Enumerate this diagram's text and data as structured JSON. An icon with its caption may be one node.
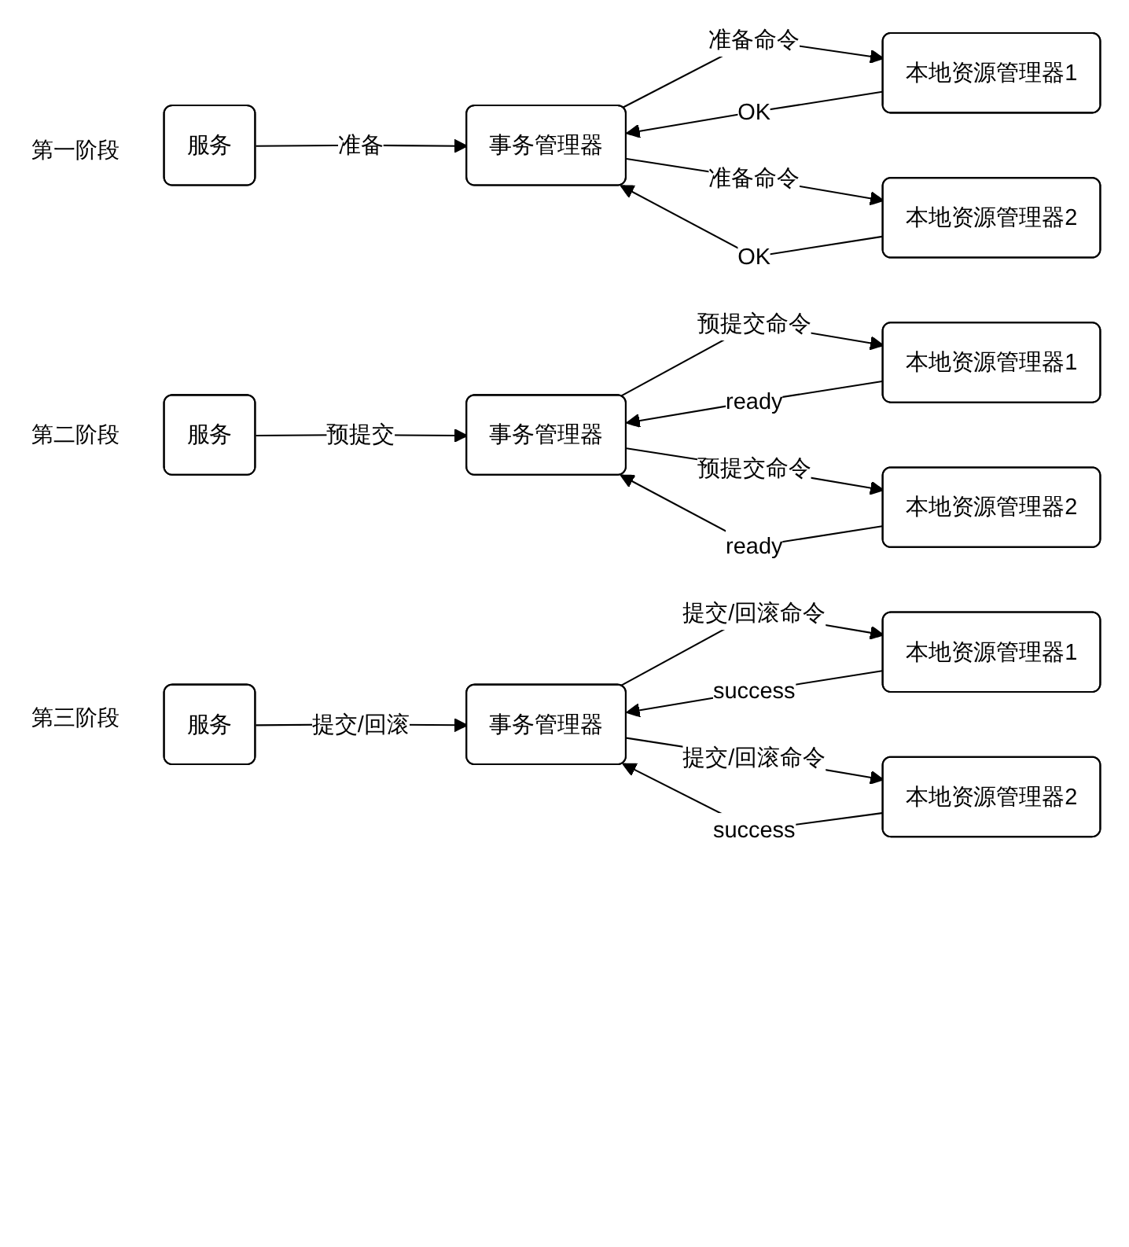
{
  "diagram": {
    "nodes": [
      {
        "text": [
          "服务"
        ]
      },
      {
        "text": [
          "事务管理器"
        ]
      },
      {
        "text": [
          "本地资源管理器1"
        ]
      },
      {
        "text": [
          "本地资源管理器2"
        ]
      },
      {
        "text": [
          "服务"
        ]
      },
      {
        "text": [
          "事务管理器"
        ]
      },
      {
        "text": [
          "本地资源管理器1"
        ]
      },
      {
        "text": [
          "本地资源管理器2"
        ]
      },
      {
        "text": [
          "服务"
        ]
      },
      {
        "text": [
          "事务管理器"
        ]
      },
      {
        "text": [
          "本地资源管理器1"
        ]
      },
      {
        "text": [
          "本地资源管理器2"
        ]
      }
    ],
    "edges": [
      {
        "from": 0,
        "to": 1,
        "arrow": "to",
        "label": "准备"
      },
      {
        "from": 1,
        "to": 2,
        "arrow": "to",
        "label": "准备命令"
      },
      {
        "from": 2,
        "to": 1,
        "arrow": "to",
        "label": "OK"
      },
      {
        "from": 1,
        "to": 3,
        "arrow": "to",
        "label": "准备命令"
      },
      {
        "from": 3,
        "to": 1,
        "arrow": "to",
        "label": "OK"
      },
      {
        "from": 4,
        "to": 5,
        "arrow": "to",
        "label": "预提交"
      },
      {
        "from": 5,
        "to": 6,
        "arrow": "to",
        "label": "预提交命令"
      },
      {
        "from": 6,
        "to": 5,
        "arrow": "to",
        "label": "ready"
      },
      {
        "from": 5,
        "to": 7,
        "arrow": "to",
        "label": "预提交命令"
      },
      {
        "from": 7,
        "to": 5,
        "arrow": "to",
        "label": "ready"
      },
      {
        "from": 8,
        "to": 9,
        "arrow": "to",
        "label": "提交/回滚"
      },
      {
        "from": 9,
        "to": 10,
        "arrow": "to",
        "label": "提交/回滚命令"
      },
      {
        "from": 10,
        "to": 9,
        "arrow": "to",
        "label": "success"
      },
      {
        "from": 9,
        "to": 11,
        "arrow": "to",
        "label": "提交/回滚命令"
      },
      {
        "from": 11,
        "to": 9,
        "arrow": "to",
        "label": "success"
      }
    ],
    "labels": [
      "第一阶段",
      "第二阶段",
      "第三阶段"
    ]
  }
}
